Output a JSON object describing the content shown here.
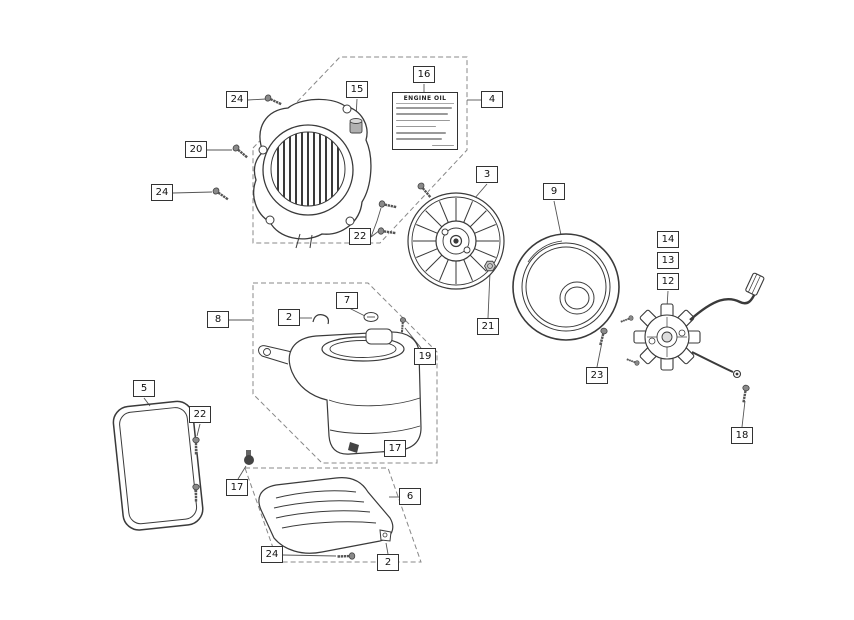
{
  "diagram": {
    "type": "exploded-parts-diagram",
    "subject": "engine flywheel, fan cover and cooling shroud assembly",
    "colors": {
      "background": "#ffffff",
      "line": "#3a3a3a",
      "dashed-box": "#888888",
      "callout-border": "#333333"
    },
    "oil_label": {
      "title": "ENGINE OIL"
    },
    "callouts": [
      {
        "label": "24"
      },
      {
        "label": "20"
      },
      {
        "label": "24"
      },
      {
        "label": "15"
      },
      {
        "label": "16"
      },
      {
        "label": "4"
      },
      {
        "label": "3"
      },
      {
        "label": "9"
      },
      {
        "label": "14"
      },
      {
        "label": "13"
      },
      {
        "label": "12"
      },
      {
        "label": "22"
      },
      {
        "label": "21"
      },
      {
        "label": "23"
      },
      {
        "label": "18"
      },
      {
        "label": "8"
      },
      {
        "label": "2"
      },
      {
        "label": "7"
      },
      {
        "label": "19"
      },
      {
        "label": "5"
      },
      {
        "label": "22"
      },
      {
        "label": "17"
      },
      {
        "label": "17"
      },
      {
        "label": "6"
      },
      {
        "label": "24"
      },
      {
        "label": "2"
      }
    ]
  }
}
